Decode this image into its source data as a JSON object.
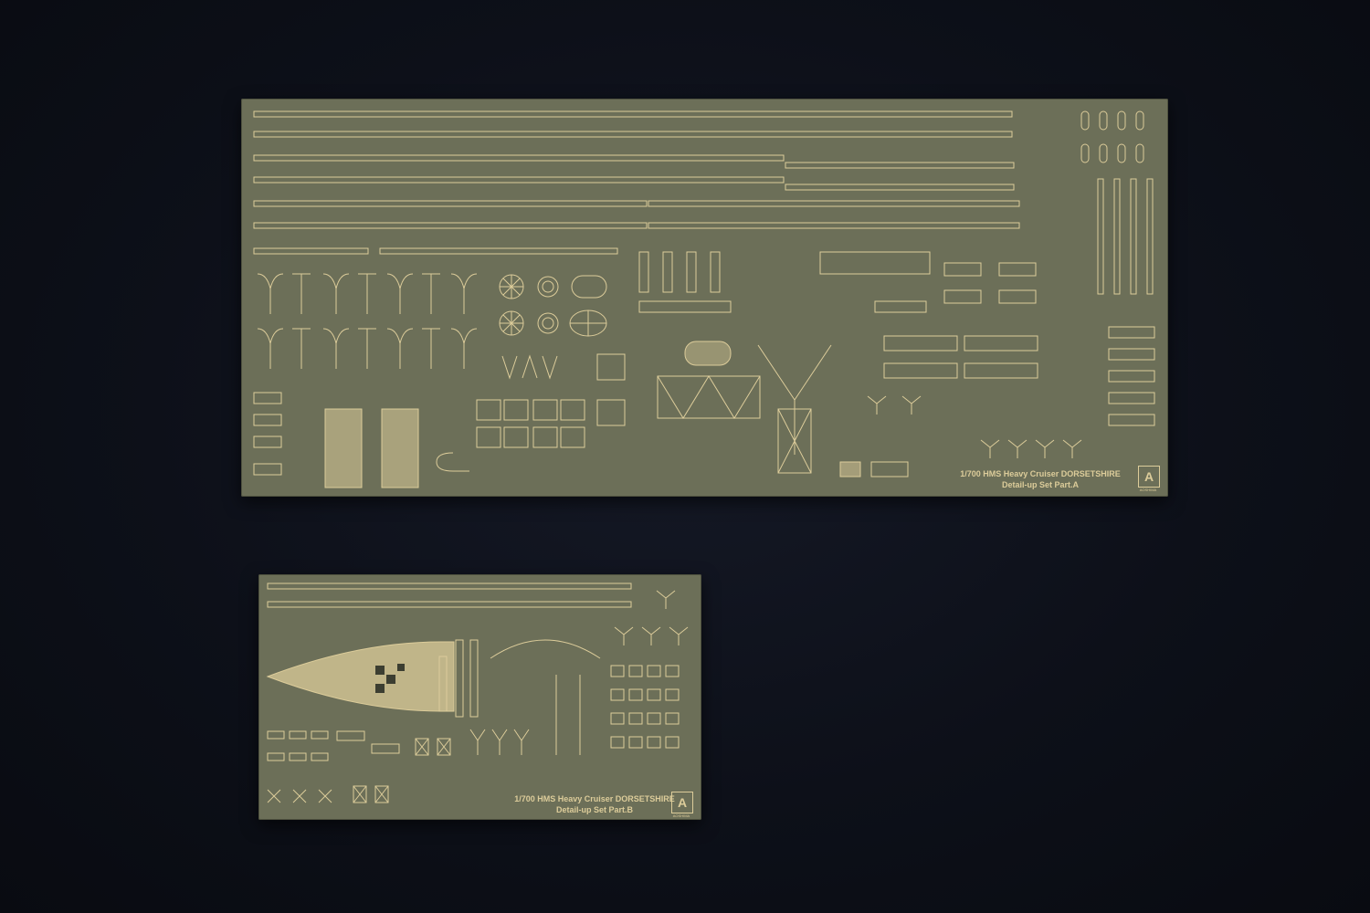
{
  "sheets": {
    "part_a": {
      "label_line1": "1/700 HMS Heavy Cruiser DORSETSHIRE",
      "label_line2": "Detail-up Set Part.A",
      "logo_letter": "A",
      "logo_word": "AOSHIMA"
    },
    "part_b": {
      "label_line1": "1/700 HMS Heavy Cruiser DORSETSHIRE",
      "label_line2": "Detail-up Set Part.B",
      "logo_letter": "A",
      "logo_word": "AOSHIMA"
    }
  },
  "colors": {
    "background": "#0b0d14",
    "sheet": "#6c6f58",
    "brass": "#dccc9a"
  }
}
